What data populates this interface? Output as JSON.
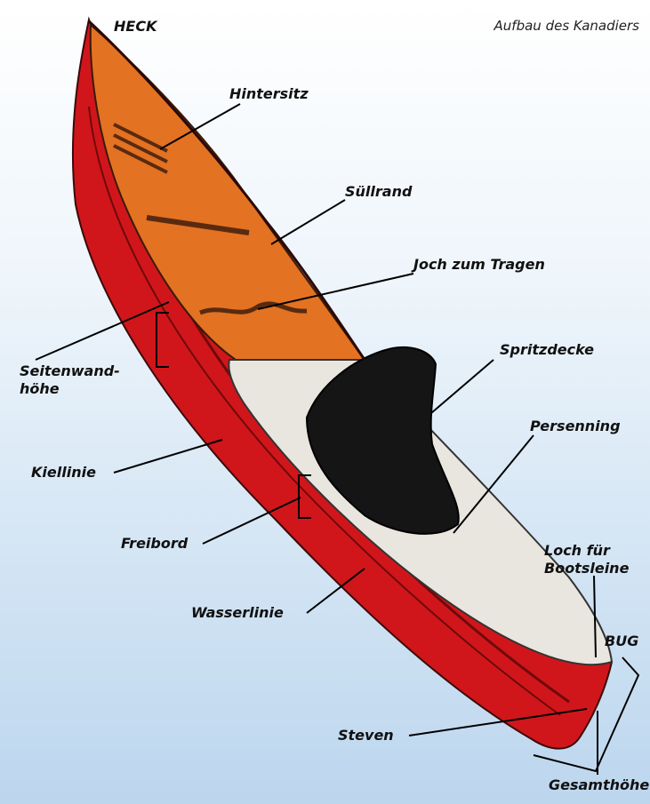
{
  "subtitle": "Aufbau des Kanadiers",
  "colors": {
    "hull": "#d0161b",
    "interior": "#e37222",
    "deck": "#e9e6df",
    "cover": "#151515"
  },
  "labels": {
    "heck": "HECK",
    "hintersitz": "Hintersitz",
    "suellrand": "Süllrand",
    "joch": "Joch zum Tragen",
    "seitenwand_1": "Seitenwand-",
    "seitenwand_2": "höhe",
    "spritzdecke": "Spritzdecke",
    "persenning": "Persenning",
    "kiellinie": "Kiellinie",
    "freibord": "Freibord",
    "loch_1": "Loch für",
    "loch_2": "Bootsleine",
    "wasserlinie": "Wasserlinie",
    "bug": "BUG",
    "steven": "Steven",
    "gesamthoehe": "Gesamthöhe"
  }
}
